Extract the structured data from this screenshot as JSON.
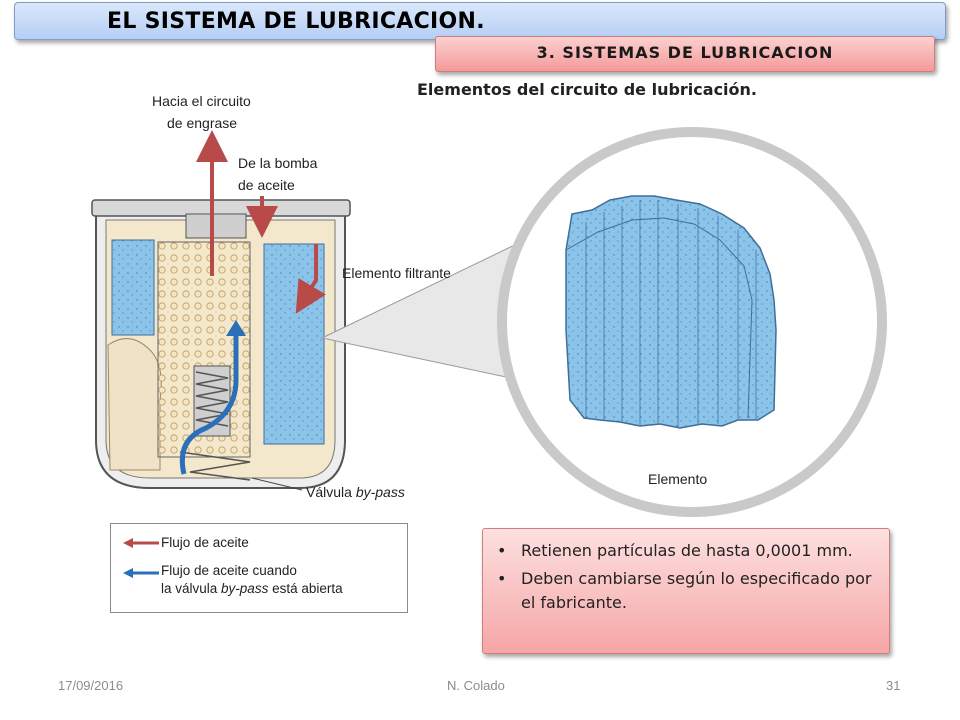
{
  "slide": {
    "title": "EL SISTEMA DE LUBRICACION.",
    "subtitle": "3. SISTEMAS DE LUBRICACION",
    "heading": "Elementos del circuito de lubricación."
  },
  "diagram": {
    "label_out_1": "Hacia el circuito",
    "label_out_2": "de engrase",
    "label_in_1": "De la bomba",
    "label_in_2": "de aceite",
    "label_filter": "Elemento filtrante",
    "label_valve_prefix": "Válvula",
    "label_valve_italic": "by-pass",
    "label_element": "Elemento"
  },
  "legend": {
    "row1": "Flujo de aceite",
    "row2_line1": "Flujo de aceite cuando",
    "row2_line2_prefix": "la válvula",
    "row2_line2_italic": "by-pass",
    "row2_line2_suffix": "está abierta"
  },
  "info": {
    "bullets": [
      "Retienen partículas de hasta 0,0001 mm.",
      "Deben cambiarse según lo especificado por el fabricante."
    ]
  },
  "footer": {
    "date": "17/09/2016",
    "author": "N. Colado",
    "page": "31"
  },
  "colors": {
    "title_bar": "#c4d8f7",
    "subtitle_bar": "#f7a8a8",
    "oil_flow": "#b84a4a",
    "bypass_flow": "#2a6fb7",
    "filter_media": "#7fb8e0"
  }
}
